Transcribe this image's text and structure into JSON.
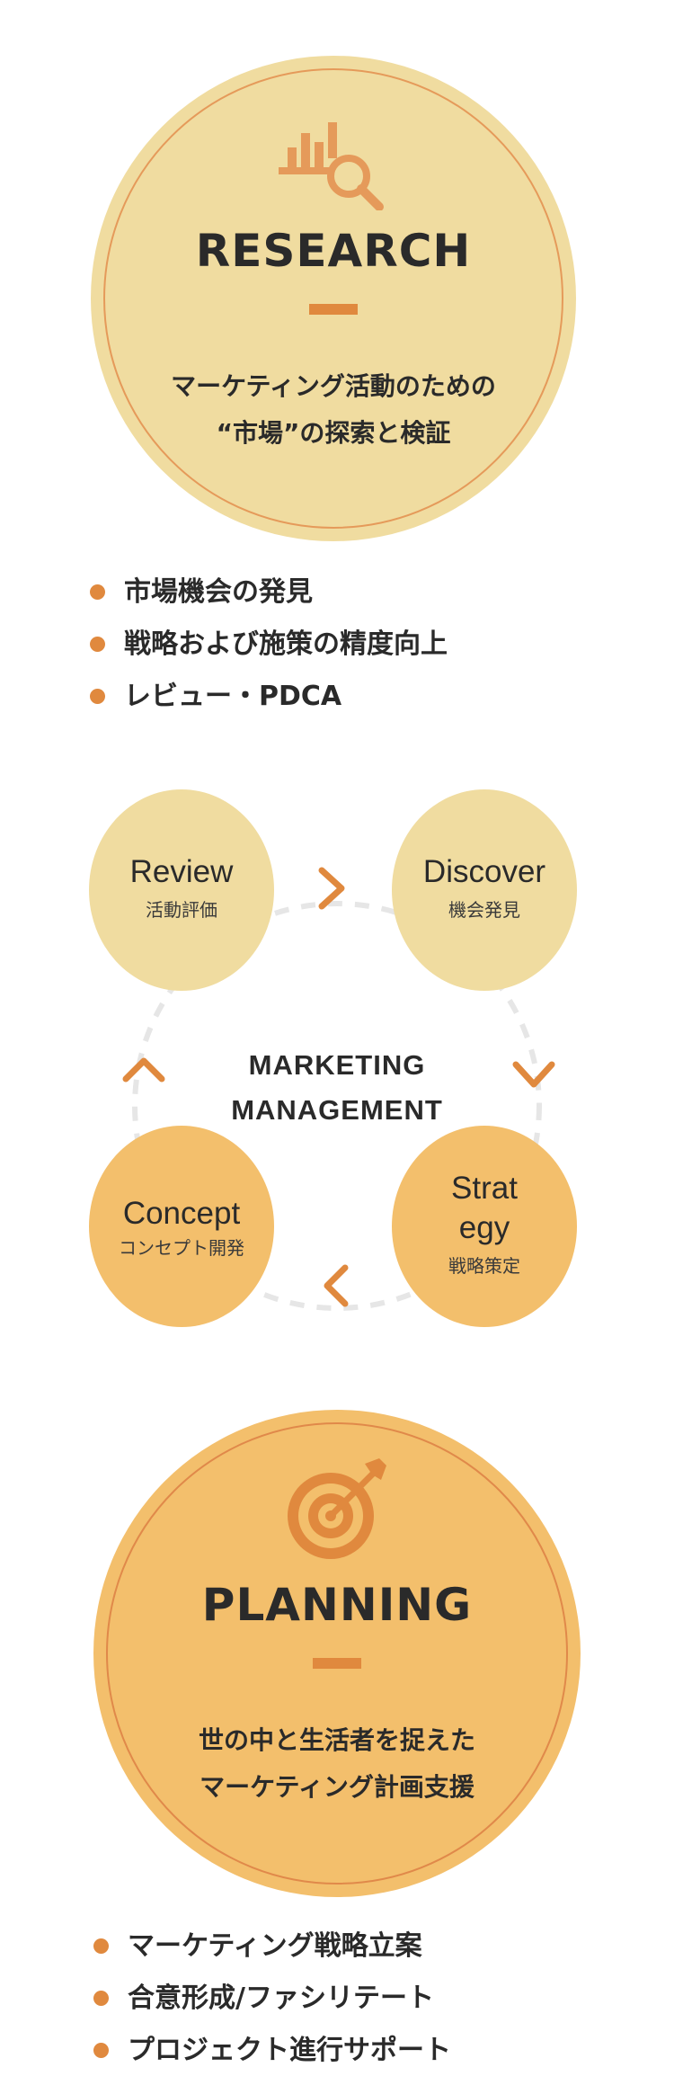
{
  "research": {
    "icon": "chart-search-icon",
    "title": "RESEARCH",
    "desc_line1": "マーケティング活動のための",
    "desc_line2": "“市場”の探索と検証",
    "points": [
      "市場機会の発見",
      "戦略および施策の精度向上",
      "レビュー・PDCA"
    ]
  },
  "cycle": {
    "center_line1": "MARKETING",
    "center_line2": "MANAGEMENT",
    "nodes": [
      {
        "en": "Review",
        "jp": "活動評価"
      },
      {
        "en": "Discover",
        "jp": "機会発見"
      },
      {
        "en_line1": "Strat",
        "en_line2": "egy",
        "jp": "戦略策定"
      },
      {
        "en": "Concept",
        "jp": "コンセプト開発"
      }
    ]
  },
  "planning": {
    "icon": "target-icon",
    "title": "PLANNING",
    "desc_line1": "世の中と生活者を捉えた",
    "desc_line2": "マーケティング計画支援",
    "points": [
      "マーケティング戦略立案",
      "合意形成/ファシリテート",
      "プロジェクト進行サポート"
    ]
  },
  "colors": {
    "light_yellow": "#f0dca0",
    "deep_yellow": "#f3bf6c",
    "accent_orange": "#e0893e",
    "dash_gray": "#e6e6e6"
  }
}
